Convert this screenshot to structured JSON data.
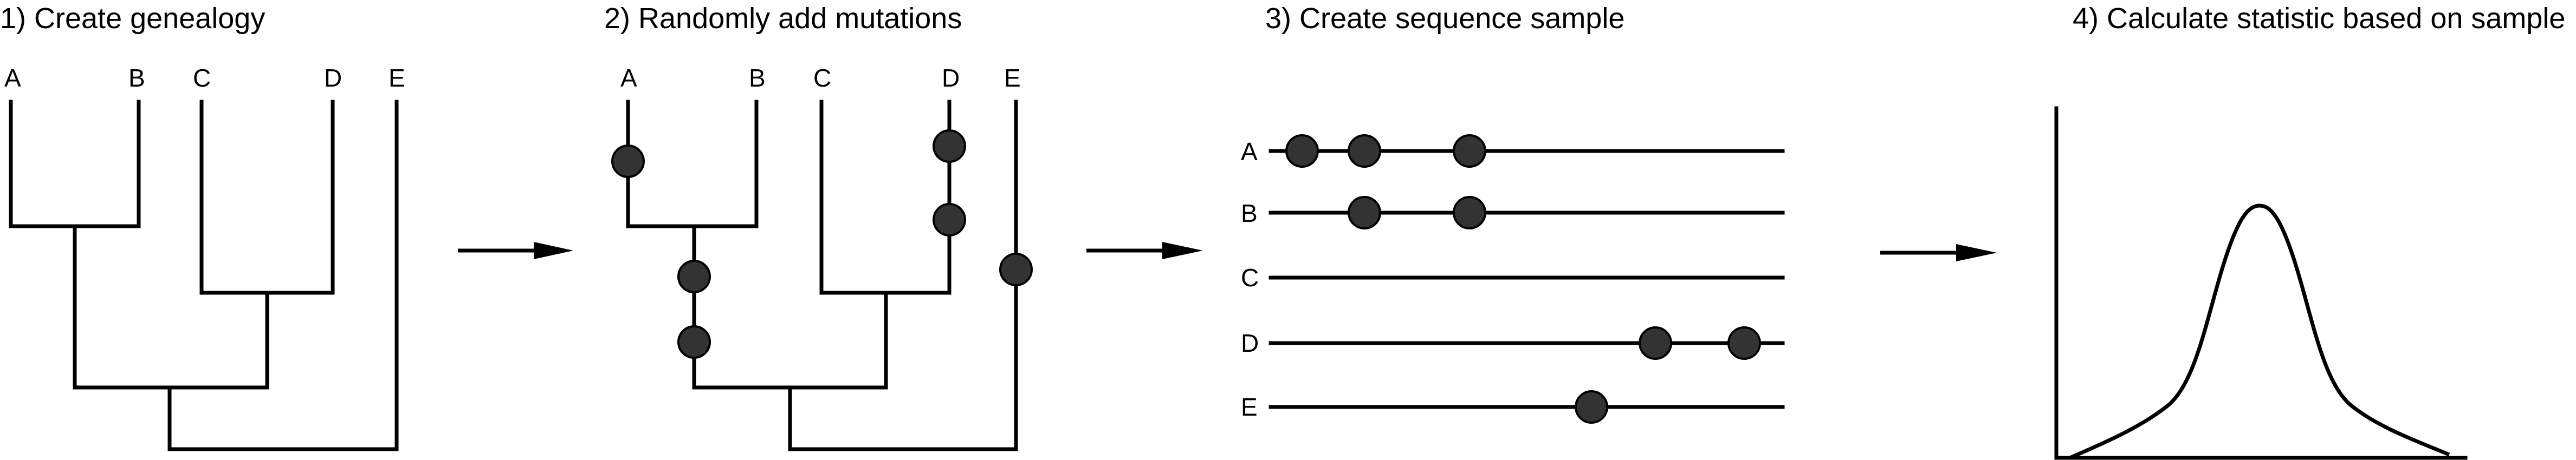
{
  "steps": [
    {
      "title": "1) Create genealogy"
    },
    {
      "title": "2) Randomly add mutations"
    },
    {
      "title": "3) Create sequence sample"
    },
    {
      "title": "4) Calculate statistic based on sample"
    }
  ],
  "tips": [
    "A",
    "B",
    "C",
    "D",
    "E"
  ],
  "sequence_mutations": {
    "A": 3,
    "B": 2,
    "C": 0,
    "D": 2,
    "E": 1
  },
  "colors": {
    "line": "#000000",
    "mutation_fill": "#333333",
    "background": "#ffffff"
  }
}
